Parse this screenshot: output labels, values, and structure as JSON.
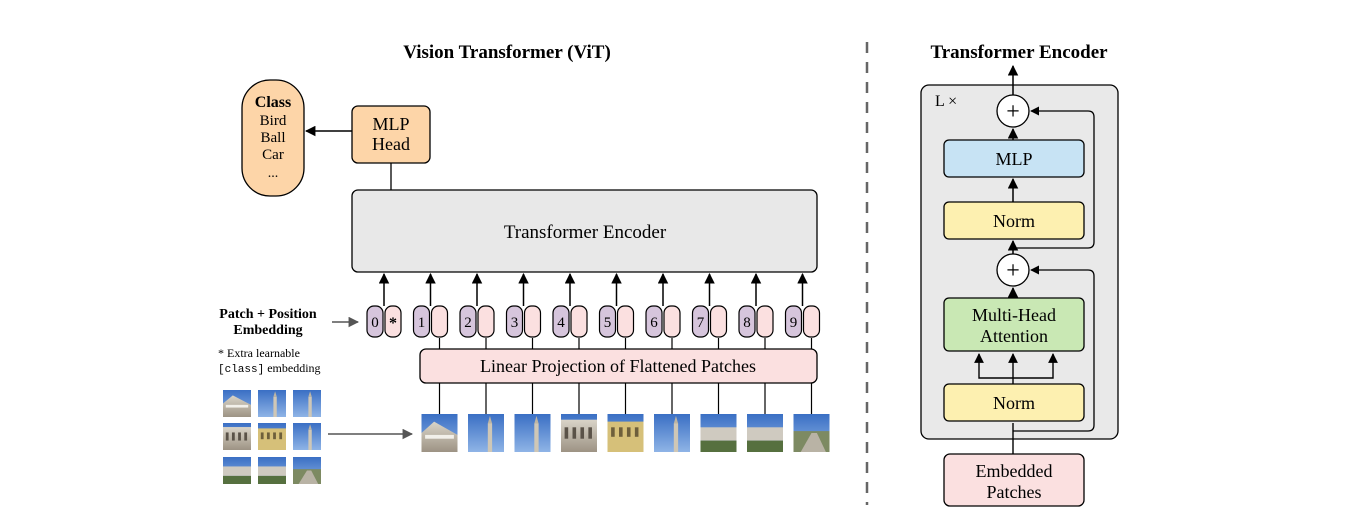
{
  "vit": {
    "title": "Vision Transformer (ViT)",
    "class_box": {
      "heading": "Class",
      "items": [
        "Bird",
        "Ball",
        "Car",
        "..."
      ]
    },
    "mlp_head": {
      "line1": "MLP",
      "line2": "Head"
    },
    "encoder_label": "Transformer Encoder",
    "patch_embedding_label": {
      "line1": "Patch + Position",
      "line2": "Embedding"
    },
    "token_numbers": [
      "0",
      "1",
      "2",
      "3",
      "4",
      "5",
      "6",
      "7",
      "8",
      "9"
    ],
    "class_token_marker": "*",
    "footnote": {
      "line1": "* Extra learnable",
      "code": "[class]",
      "line2_rest": " embedding"
    },
    "linear_projection_label": "Linear Projection of Flattened Patches"
  },
  "encoder_detail": {
    "title": "Transformer Encoder",
    "repeat_label": "L ×",
    "add_symbol": "+",
    "mlp_label": "MLP",
    "norm_label": "Norm",
    "attention": {
      "line1": "Multi-Head",
      "line2": "Attention"
    },
    "embedded_patches": {
      "line1": "Embedded",
      "line2": "Patches"
    }
  },
  "colors": {
    "class_fill": "#fdd5a8",
    "mlp_head_fill": "#fdd5a8",
    "encoder_fill": "#e8e8e8",
    "position_fill": "#d6c5dc",
    "patch_fill": "#fbe0e0",
    "projection_fill": "#fbe0e0",
    "mlp_fill": "#c7e3f4",
    "norm_fill": "#fdf0b0",
    "attention_fill": "#c9e8b4",
    "embedded_fill": "#fbe0e0",
    "panel_fill": "#e9e9e9"
  }
}
